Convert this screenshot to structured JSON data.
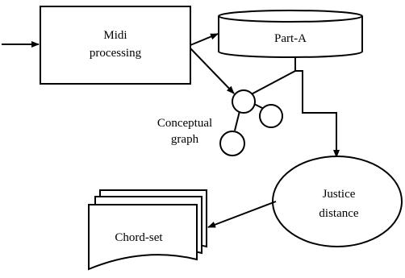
{
  "diagram": {
    "nodes": {
      "midi": {
        "line1": "Midi",
        "line2": "processing"
      },
      "part_a": {
        "label": "Part-A"
      },
      "concept": {
        "line1": "Conceptual",
        "line2": "graph"
      },
      "justice": {
        "line1": "Justice",
        "line2": "distance"
      },
      "chord": {
        "label": "Chord-set"
      }
    }
  },
  "colors": {
    "stroke": "#000000",
    "fill": "#ffffff"
  }
}
